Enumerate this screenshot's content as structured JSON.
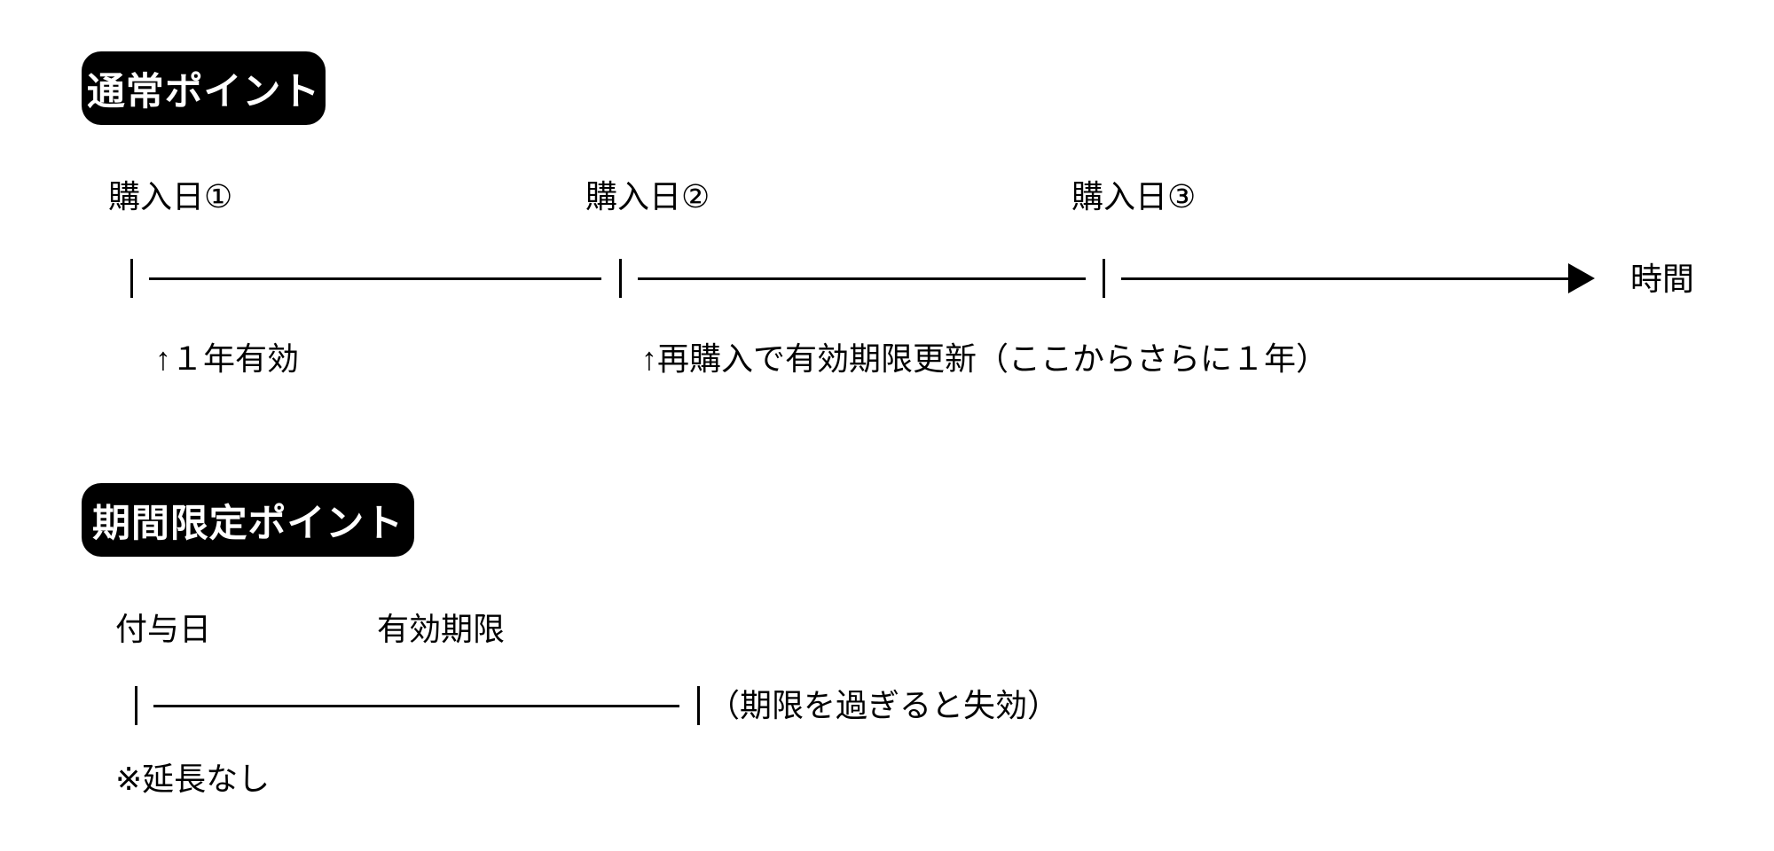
{
  "sections": [
    {
      "badge": "通常ポイント",
      "timeline": {
        "points": [
          {
            "label": "購入日①"
          },
          {
            "label": "購入日②"
          },
          {
            "label": "購入日③"
          }
        ],
        "axis_label": "時間",
        "arrow": "right-arrowhead",
        "notes": [
          {
            "text": "↑１年有効"
          },
          {
            "text": "↑再購入で有効期限更新（ここからさらに１年）"
          }
        ]
      }
    },
    {
      "badge": "期間限定ポイント",
      "timeline": {
        "points": [
          {
            "label": "付与日"
          },
          {
            "label": "有効期限"
          }
        ],
        "inline_note": "（期限を過ぎると失効）",
        "notes": [
          {
            "text": "※延長なし"
          }
        ]
      }
    }
  ],
  "colors": {
    "ink": "#000000",
    "badge_bg": "#000000",
    "badge_text": "#ffffff",
    "background": "#ffffff"
  }
}
